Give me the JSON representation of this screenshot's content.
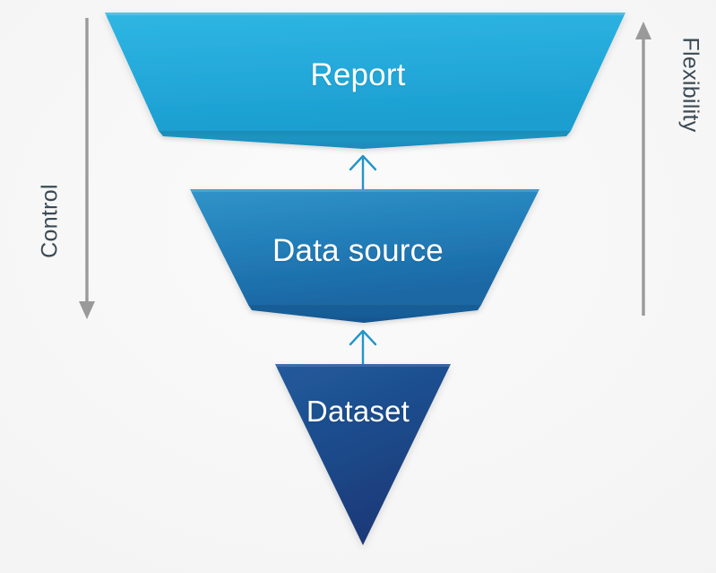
{
  "diagram": {
    "type": "inverted-funnel",
    "background_color": "#f5f5f5",
    "stages": [
      {
        "id": "report",
        "label": "Report",
        "shape": "trapezoid",
        "level": 1,
        "fill_top": "#2cb2e0",
        "fill_bottom": "#1f9fd0",
        "ribbon_color": "#1b8cbe",
        "text_color": "#ffffff"
      },
      {
        "id": "data-source",
        "label": "Data source",
        "shape": "trapezoid",
        "level": 2,
        "fill_top": "#2f8fc6",
        "fill_bottom": "#1a6ba8",
        "ribbon_color": "#16578f",
        "text_color": "#ffffff"
      },
      {
        "id": "dataset",
        "label": "Dataset",
        "shape": "triangle",
        "level": 3,
        "fill_top": "#1f5494",
        "fill_bottom": "#1b3a79",
        "ribbon_color": "#1b3a79",
        "text_color": "#ffffff"
      }
    ],
    "connectors": [
      {
        "id": "dataset-to-data-source",
        "from": "dataset",
        "to": "data-source",
        "direction": "up",
        "color": "#2196c8"
      },
      {
        "id": "data-source-to-report",
        "from": "data-source",
        "to": "report",
        "direction": "up",
        "color": "#2196c8"
      }
    ],
    "axes": [
      {
        "id": "control",
        "label": "Control",
        "side": "left",
        "arrow_direction": "down",
        "color": "#9a9a9a",
        "text_color": "#3b4a55"
      },
      {
        "id": "flexibility",
        "label": "Flexibility",
        "side": "right",
        "arrow_direction": "up",
        "color": "#9a9a9a",
        "text_color": "#3b4a55"
      }
    ]
  }
}
